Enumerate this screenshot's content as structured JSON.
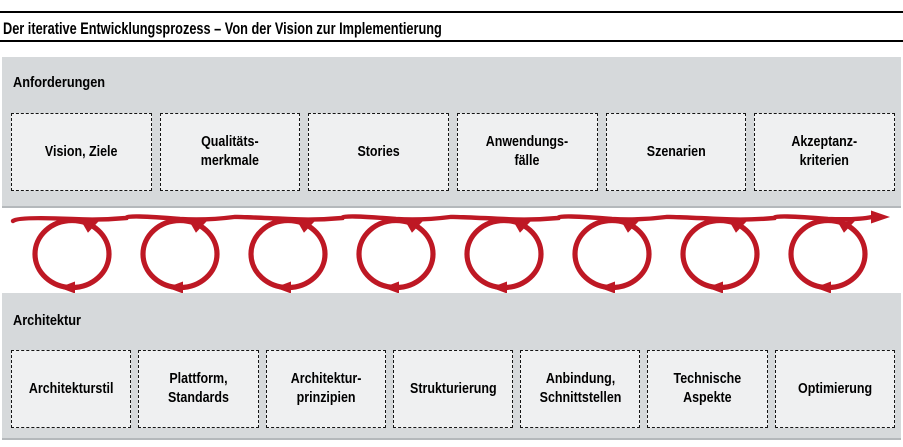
{
  "title": "Der iterative Entwicklungsprozess – Von der Vision zur Implementierung",
  "colors": {
    "accent_red": "#be1824",
    "panel_bg": "#d6d9db",
    "box_bg": "#eff0f1",
    "rule_black": "#000000",
    "panel_bottom_edge": "#b4b8bb"
  },
  "sections": {
    "requirements": {
      "heading": "Anforderungen",
      "boxes": [
        "Vision, Ziele",
        "Qualitäts-\nmerkmale",
        "Stories",
        "Anwendungs-\nfälle",
        "Szenarien",
        "Akzeptanz-\nkriterien"
      ]
    },
    "architecture": {
      "heading": "Architektur",
      "boxes": [
        "Architekturstil",
        "Plattform,\nStandards",
        "Architektur-\nprinzipien",
        "Strukturierung",
        "Anbindung,\nSchnittstellen",
        "Technische\nAspekte",
        "Optimierung"
      ]
    }
  },
  "spiral": {
    "description": "hand-drawn red iteration loops along arrow from left to right",
    "loop_count": 8,
    "color": "#be1824"
  }
}
